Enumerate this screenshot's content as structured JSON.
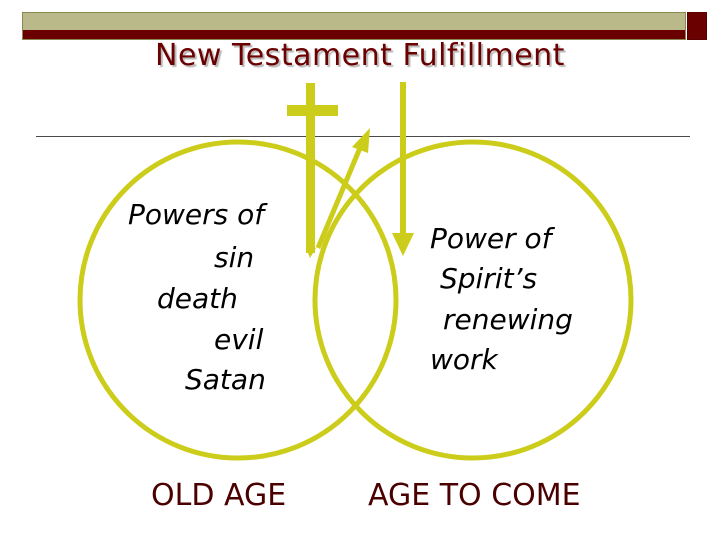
{
  "slide": {
    "title": "New Testament Fulfillment"
  },
  "left_circle": {
    "lines": [
      "Powers of",
      "sin",
      "death",
      "evil",
      "Satan"
    ],
    "caption": "OLD AGE"
  },
  "right_circle": {
    "lines": [
      "Power of",
      "Spirit’s",
      "renewing",
      "work"
    ],
    "caption": "AGE TO COME"
  },
  "colors": {
    "accent": "#cccc1a",
    "title": "#6b0000",
    "caption": "#4a0000",
    "bar_top": "#b9b98a",
    "bar_bottom": "#6b0000"
  },
  "icons": {
    "cross": "cross-icon",
    "up_arrow": "arrow-up-right-icon",
    "down_arrow": "arrow-down-icon"
  }
}
